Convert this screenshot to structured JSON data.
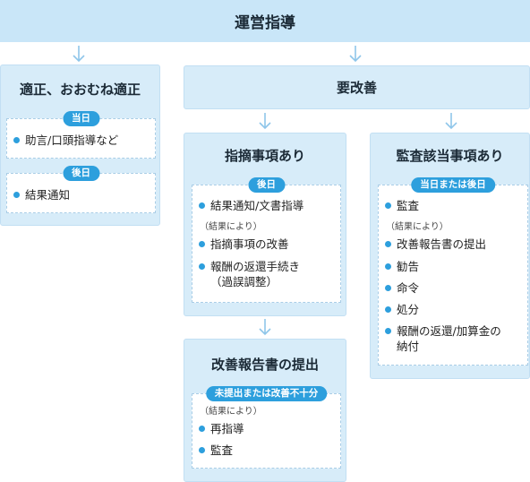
{
  "header": {
    "title": "運営指導"
  },
  "left_panel": {
    "title": "適正、おおむね適正",
    "groups": [
      {
        "label": "当日",
        "items": [
          "助言/口頭指導など"
        ]
      },
      {
        "label": "後日",
        "items": [
          "結果通知"
        ]
      }
    ]
  },
  "improvement_bar": {
    "title": "要改善"
  },
  "findings_panel": {
    "title": "指摘事項あり",
    "label": "後日",
    "items": [
      "結果通知/文書指導",
      "指摘事項の改善",
      "報酬の返還手続き",
      "（過誤調整）"
    ],
    "note": "（結果により）"
  },
  "audit_panel": {
    "title": "監査該当事項あり",
    "label": "当日または後日",
    "items": [
      "監査",
      "改善報告書の提出",
      "勧告",
      "命令",
      "処分",
      "報酬の返還/加算金の",
      "納付"
    ],
    "note": "（結果により）"
  },
  "report_panel": {
    "title": "改善報告書の提出",
    "label": "未提出または改善不十分",
    "items": [
      "再指導",
      "監査"
    ],
    "note": "（結果により）"
  },
  "colors": {
    "header_bg": "#c9e6f8",
    "panel_bg": "#d7ecf9",
    "accent": "#2d9fdd",
    "arrow": "#8fc6ea"
  }
}
